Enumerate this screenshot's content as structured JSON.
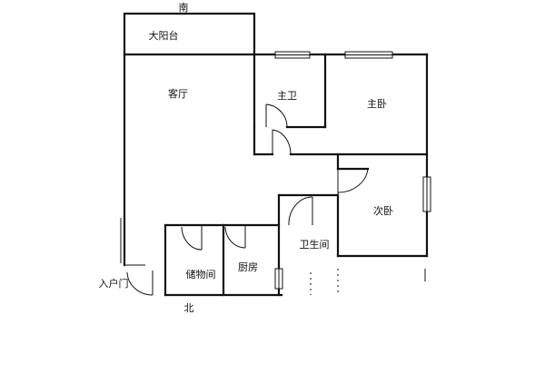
{
  "compass": {
    "south": "南",
    "north": "北"
  },
  "rooms": {
    "balcony": "大阳台",
    "living_room": "客厅",
    "master_bath": "主卫",
    "master_bedroom": "主卧",
    "second_bedroom": "次卧",
    "bathroom": "卫生间",
    "storage": "储物间",
    "kitchen": "厨房",
    "entrance": "入户门"
  }
}
